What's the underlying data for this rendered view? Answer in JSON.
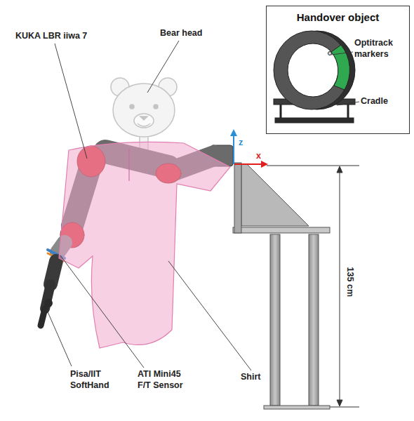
{
  "diagram": {
    "nodes": [
      {
        "text": [
          "Handover object"
        ]
      }
    ],
    "labels": [
      "KUKA LBR iiwa 7",
      "Bear head",
      "Optitrack markers",
      "Cradle",
      "z",
      "x",
      "135 cm",
      "Pisa/IIT SoftHand",
      "ATI Mini45 F/T Sensor",
      "Shirt"
    ]
  }
}
